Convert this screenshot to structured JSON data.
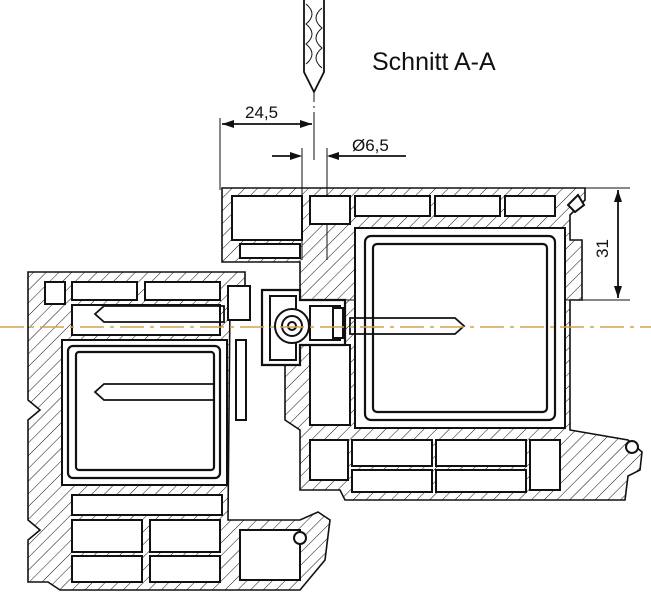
{
  "title": "Schnitt A-A",
  "dimensions": {
    "offset": "24,5",
    "diameter": "Ø6,5",
    "height": "31"
  },
  "colors": {
    "line": "#111111",
    "axis": "#d4a24a",
    "background": "#ffffff"
  }
}
